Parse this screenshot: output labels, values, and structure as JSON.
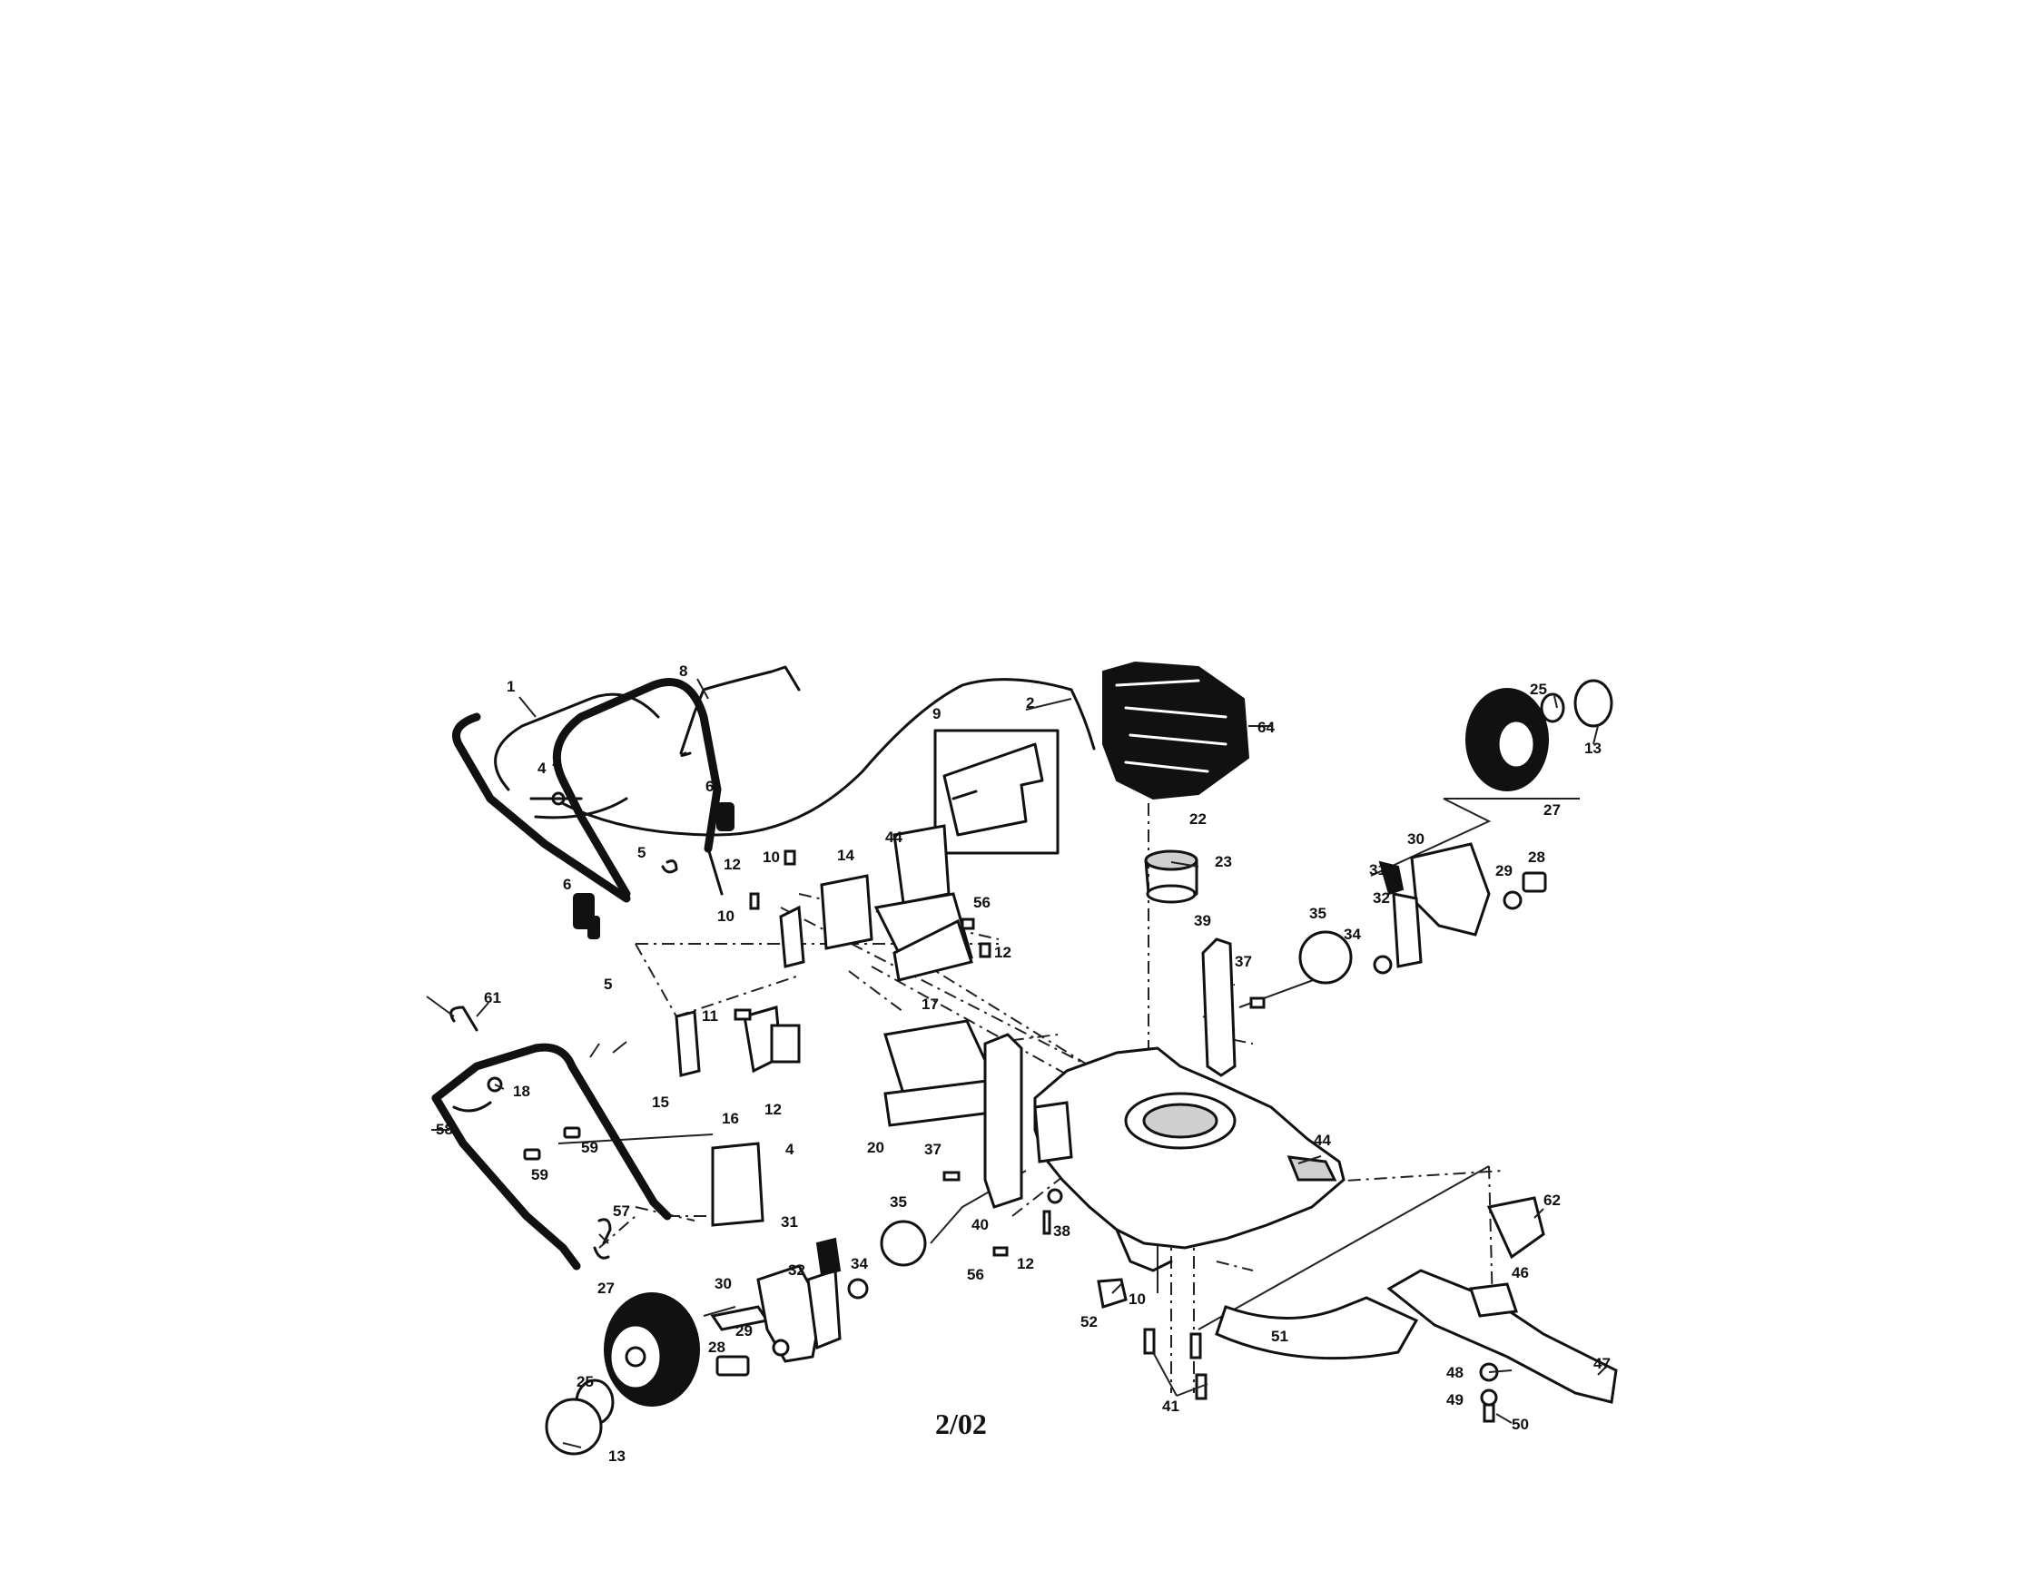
{
  "labels": {
    "l1": "1",
    "l2a": "2",
    "l4a": "4",
    "l2b": "2",
    "l6a": "6",
    "l6b": "6",
    "l5a": "5",
    "l8": "8",
    "l9": "9",
    "l12a": "12",
    "l10a": "10",
    "l14": "14",
    "l44a": "44",
    "l56a": "56",
    "l10b": "10",
    "l12b": "12",
    "l17": "17",
    "l64": "64",
    "l22": "22",
    "l23": "23",
    "l39": "39",
    "l37a": "37",
    "l35a": "35",
    "l34a": "34",
    "l31a": "31",
    "l32a": "32",
    "l30a": "30",
    "l29a": "29",
    "l28a": "28",
    "l25a": "25",
    "l13a": "13",
    "l27a": "27",
    "l61": "61",
    "l5b": "5",
    "l18": "18",
    "l11": "11",
    "l15": "15",
    "l16": "16",
    "l12c": "12",
    "l20": "20",
    "l58": "58",
    "l59a": "59",
    "l59b": "59",
    "l4b": "4",
    "l37b": "37",
    "l40": "40",
    "l38": "38",
    "l44b": "44",
    "l57": "57",
    "l31b": "31",
    "l35b": "35",
    "l34b": "34",
    "l32b": "32",
    "l56b": "56",
    "l12d": "12",
    "l27b": "27",
    "l30b": "30",
    "l29b": "29",
    "l28b": "28",
    "l25b": "25",
    "l13b": "13",
    "l52": "52",
    "l10c": "10",
    "l41": "41",
    "l51": "51",
    "l62": "62",
    "l46": "46",
    "l48": "48",
    "l49": "49",
    "l50": "50",
    "l47": "47"
  },
  "footer": {
    "date": "2/02"
  }
}
